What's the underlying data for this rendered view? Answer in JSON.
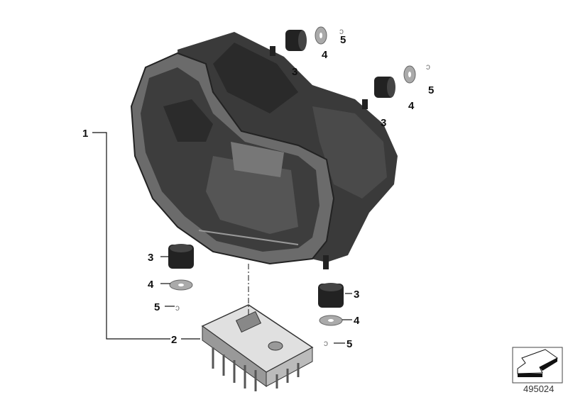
{
  "diagram_number": "495024",
  "callouts": {
    "headlight": "1",
    "control_unit": "2",
    "top_left_grommet": "3",
    "top_left_washer": "4",
    "top_left_clip": "5",
    "top_right_grommet": "3",
    "top_right_washer": "4",
    "top_right_clip": "5",
    "bottom_left_grommet": "3",
    "bottom_left_washer": "4",
    "bottom_left_clip": "5",
    "bottom_right_grommet": "3",
    "bottom_right_washer": "4",
    "bottom_right_clip": "5"
  },
  "icons": {
    "orientation": "arrow-down-left-icon"
  }
}
